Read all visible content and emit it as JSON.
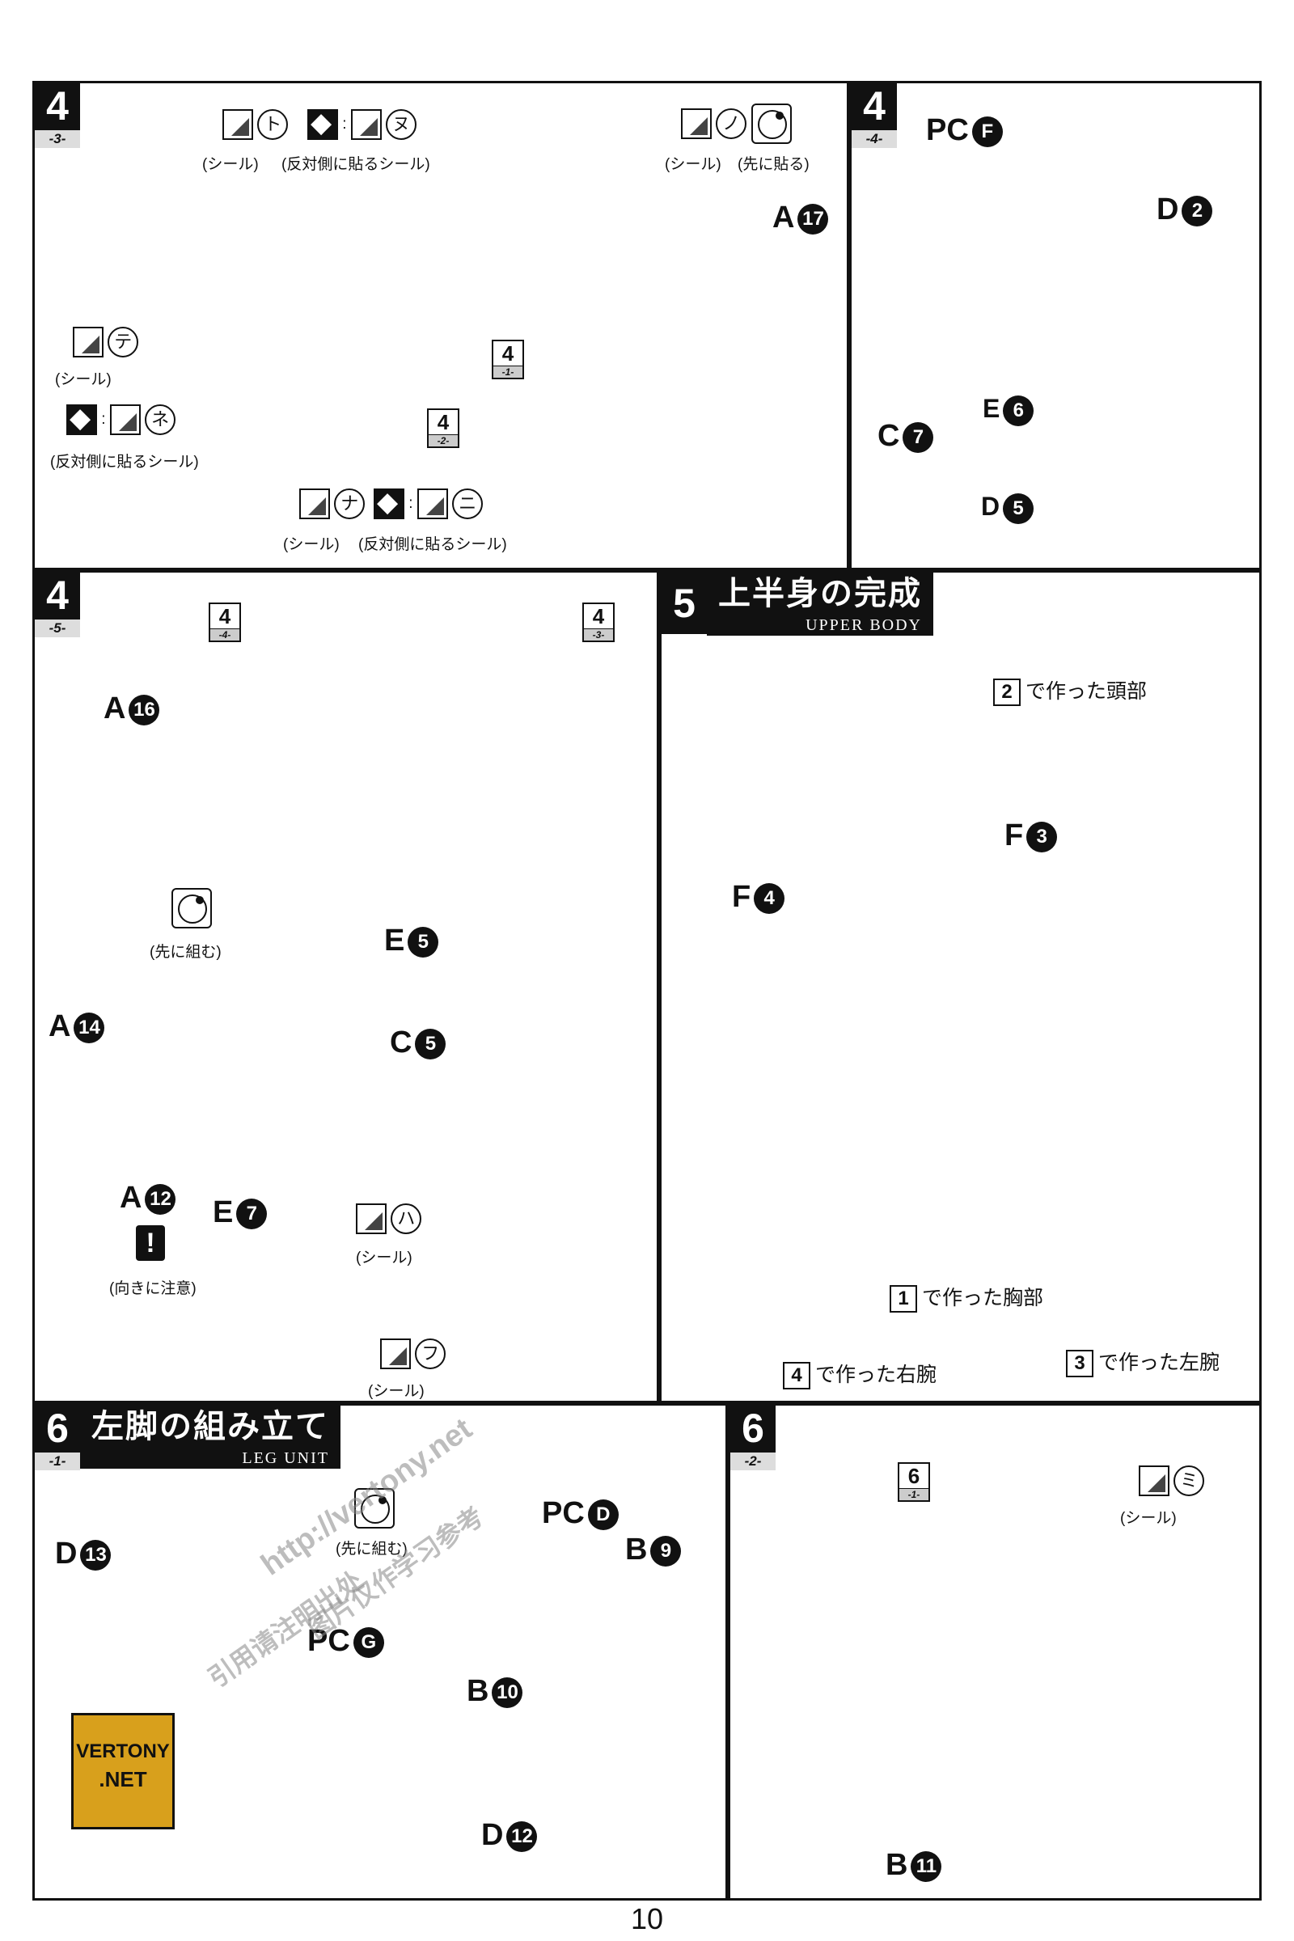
{
  "steps": {
    "s4_3": {
      "num": "4",
      "sub": "-3-"
    },
    "s4_4": {
      "num": "4",
      "sub": "-4-"
    },
    "s4_5": {
      "num": "4",
      "sub": "-5-"
    },
    "s5": {
      "num": "5",
      "title": "上半身の完成",
      "subtitle": "UPPER BODY"
    },
    "s6_1": {
      "num": "6",
      "sub": "-1-",
      "title": "左脚の組み立て",
      "subtitle": "LEG UNIT"
    },
    "s6_2": {
      "num": "6",
      "sub": "-2-"
    }
  },
  "stickers": {
    "to": "ト",
    "nu": "ヌ",
    "te": "テ",
    "ne": "ネ",
    "na": "ナ",
    "ni": "ニ",
    "no": "ノ",
    "ha": "ハ",
    "fu": "フ",
    "mi": "ミ"
  },
  "notes": {
    "seal": "(シール)",
    "reverse_seal": "(反対側に貼るシール)",
    "apply_first": "(先に貼る)",
    "assemble_first": "(先に組む)",
    "assemble_first_b": "(先に組む)",
    "mind_direction": "(向きに注意)",
    "colon": ":"
  },
  "refs": {
    "r4_1": {
      "n": "4",
      "s": "-1-"
    },
    "r4_2": {
      "n": "4",
      "s": "-2-"
    },
    "r4_4": {
      "n": "4",
      "s": "-4-"
    },
    "r4_3": {
      "n": "4",
      "s": "-3-"
    },
    "r6_1": {
      "n": "6",
      "s": "-1-"
    }
  },
  "parts": {
    "A17": {
      "r": "A",
      "n": "17"
    },
    "PCF": {
      "r": "PC",
      "n": "F"
    },
    "D2": {
      "r": "D",
      "n": "2"
    },
    "C7": {
      "r": "C",
      "n": "7"
    },
    "E6": {
      "r": "E",
      "n": "6"
    },
    "D5": {
      "r": "D",
      "n": "5"
    },
    "A16": {
      "r": "A",
      "n": "16"
    },
    "A14": {
      "r": "A",
      "n": "14"
    },
    "A12": {
      "r": "A",
      "n": "12"
    },
    "E7": {
      "r": "E",
      "n": "7"
    },
    "E5": {
      "r": "E",
      "n": "5"
    },
    "C5": {
      "r": "C",
      "n": "5"
    },
    "F3": {
      "r": "F",
      "n": "3"
    },
    "F4": {
      "r": "F",
      "n": "4"
    },
    "D13": {
      "r": "D",
      "n": "13"
    },
    "PCG": {
      "r": "PC",
      "n": "G"
    },
    "D12": {
      "r": "D",
      "n": "12"
    },
    "PCD": {
      "r": "PC",
      "n": "D"
    },
    "B9": {
      "r": "B",
      "n": "9"
    },
    "B10": {
      "r": "B",
      "n": "10"
    },
    "B11": {
      "r": "B",
      "n": "11"
    }
  },
  "made_refs": {
    "head": {
      "n": "2",
      "t": "で作った頭部"
    },
    "chest": {
      "n": "1",
      "t": "で作った胸部"
    },
    "right_arm": {
      "n": "4",
      "t": "で作った右腕"
    },
    "left_arm": {
      "n": "3",
      "t": "で作った左腕"
    }
  },
  "logo": {
    "line1": "VERTONY",
    "line2": ".NET"
  },
  "watermark": {
    "a": "http://vertony.net",
    "b": "图片仅作学习参考",
    "c": "引用请注明出处"
  },
  "page_number": "10"
}
